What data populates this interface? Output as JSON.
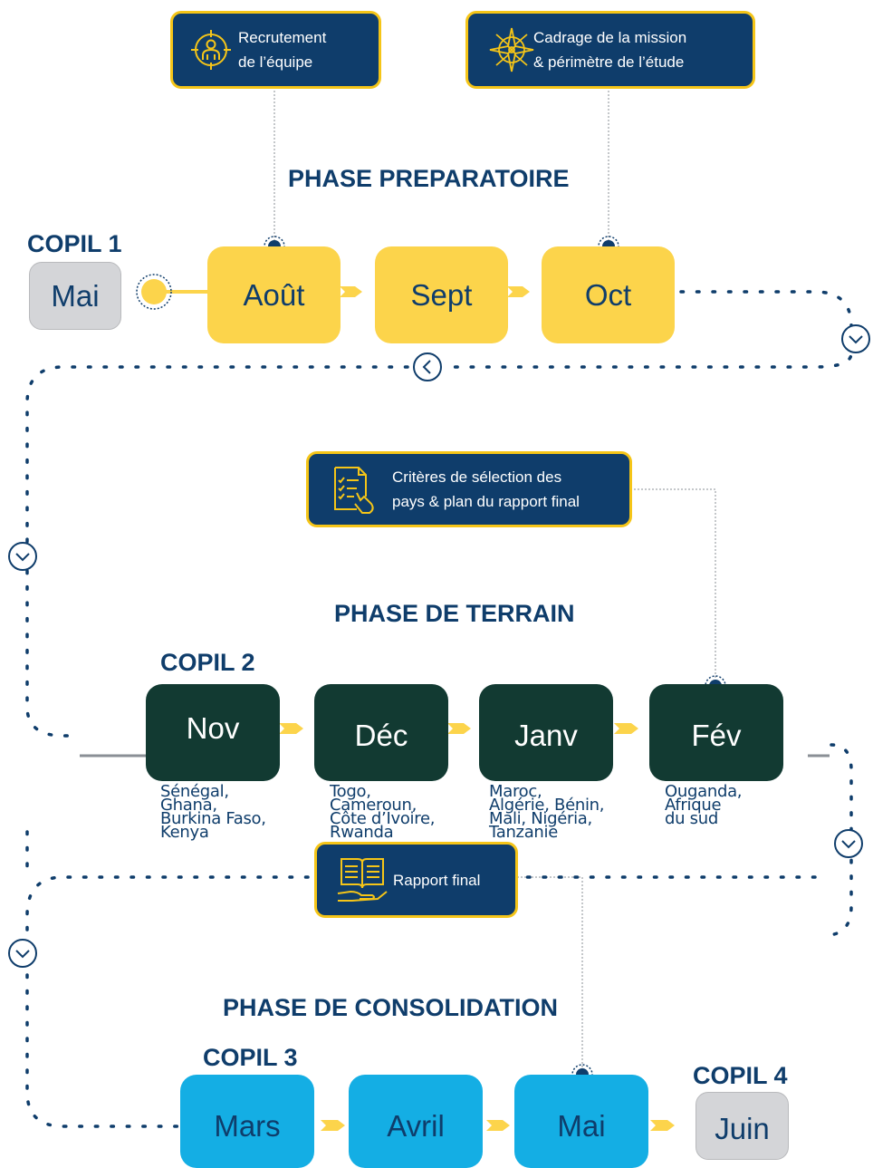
{
  "colors": {
    "navy": "#0f3d6b",
    "gold": "#f5c518",
    "yellow": "#fcd44b",
    "dark_green": "#123a32",
    "cyan": "#14aee4",
    "grey": "#d4d5d8"
  },
  "callouts": {
    "recruitment": {
      "text": "Recrutement\nde l’équipe",
      "icon": "recruitment-target-person-icon"
    },
    "framing": {
      "text": "Cadrage de la mission\n& périmètre de l’étude",
      "icon": "compass-rose-icon"
    },
    "criteria": {
      "text": "Critères de sélection des\npays & plan du rapport final",
      "icon": "checklist-hand-icon"
    },
    "final_report": {
      "text": "Rapport final",
      "icon": "open-book-hand-icon"
    }
  },
  "phases": {
    "preparatory": "PHASE PREPARATOIRE",
    "field": "PHASE DE TERRAIN",
    "consolidation": "PHASE DE CONSOLIDATION"
  },
  "copils": {
    "copil1": "COPIL 1",
    "copil2": "COPIL 2",
    "copil3": "COPIL 3",
    "copil4": "COPIL 4"
  },
  "months": {
    "mai_start": "Mai",
    "aout": "Août",
    "sept": "Sept",
    "oct": "Oct",
    "nov": "Nov",
    "dec": "Déc",
    "janv": "Janv",
    "fev": "Fév",
    "mars": "Mars",
    "avril": "Avril",
    "mai_end": "Mai",
    "juin": "Juin"
  },
  "countries": {
    "nov": "Sénégal,\nGhana,\nBurkina Faso,\nKenya",
    "dec": "Togo,\nCameroun,\nCôte d’Ivoire,\nRwanda",
    "janv": "Maroc,\nAlgérie, Bénin,\nMali, Nigéria,\nTanzanie",
    "fev": "Ouganda,\nAfrique\ndu sud"
  },
  "icons": {
    "chevron_down": "chevron-down-circle-icon",
    "chevron_left": "chevron-left-circle-icon",
    "arrow_right": "arrow-right-icon"
  }
}
